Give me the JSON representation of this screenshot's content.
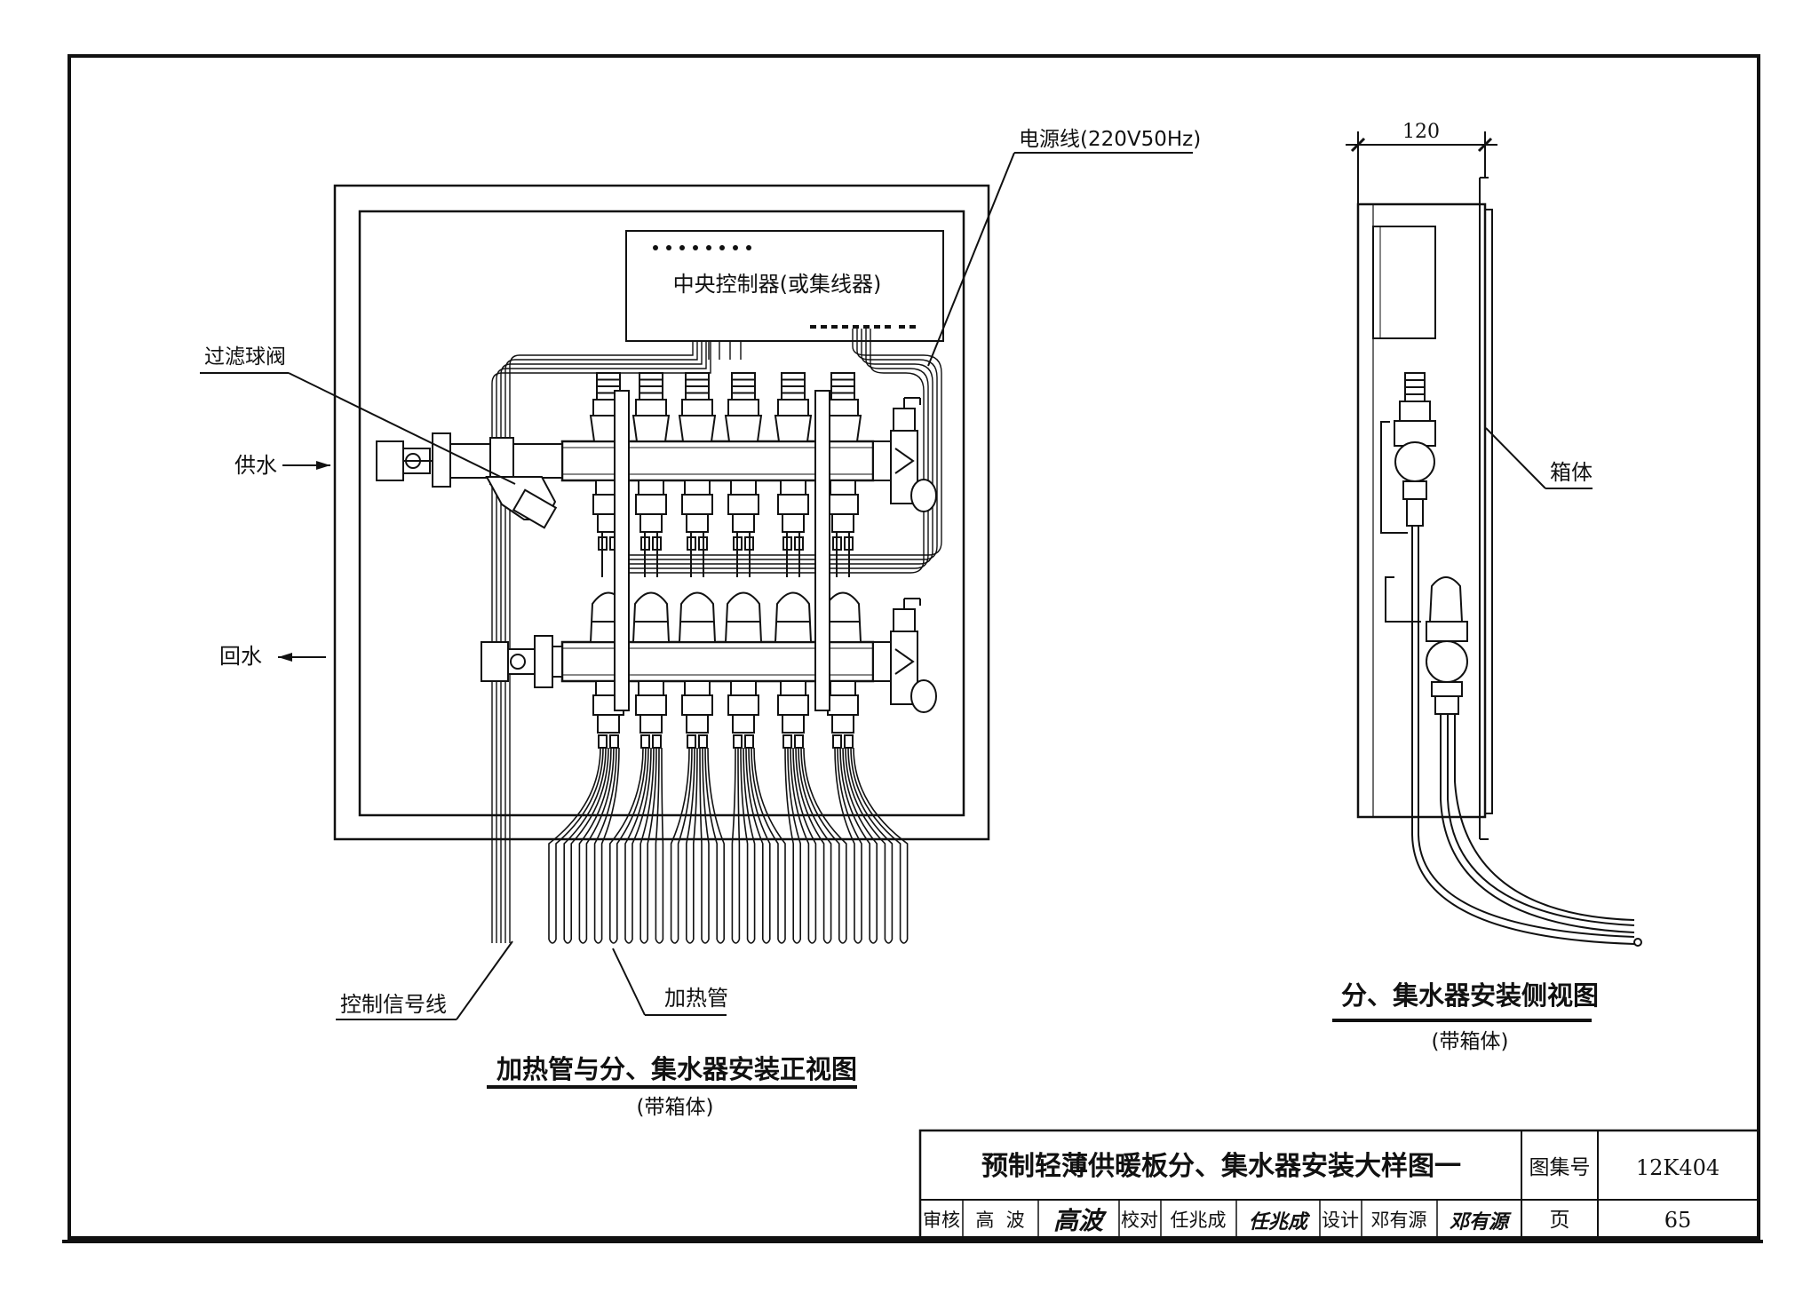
{
  "front_view": {
    "controller_label": "中央控制器(或集线器)",
    "power_line_label": "电源线(220V50Hz)",
    "filter_valve_label": "过滤球阀",
    "supply_label": "供水",
    "return_label": "回水",
    "signal_line_label": "控制信号线",
    "heating_pipe_label": "加热管",
    "title": "加热管与分、集水器安装正视图",
    "subtitle": "(带箱体)"
  },
  "side_view": {
    "dimension_label": "120",
    "box_label": "箱体",
    "title": "分、集水器安装侧视图",
    "subtitle": "(带箱体)"
  },
  "title_block": {
    "main_title": "预制轻薄供暖板分、集水器安装大样图一",
    "atlas_no_label": "图集号",
    "atlas_no": "12K404",
    "page_label": "页",
    "page_no": "65",
    "review_label": "审核",
    "reviewer": "高  波",
    "reviewer_signature": "高波",
    "check_label": "校对",
    "checker": "任兆成",
    "checker_signature": "任兆成",
    "design_label": "设计",
    "designer": "邓有源",
    "designer_signature": "邓有源"
  }
}
